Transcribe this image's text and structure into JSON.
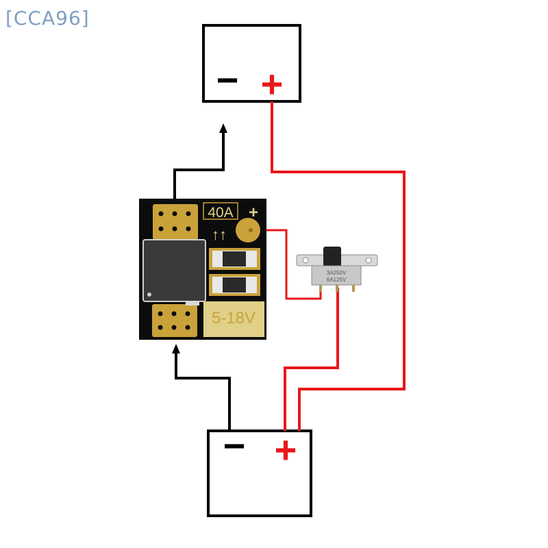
{
  "watermark": {
    "text": "[CCA96]",
    "color": "#7f9fc0"
  },
  "load": {
    "minus": "−",
    "plus": "+"
  },
  "battery": {
    "minus": "−",
    "plus": "+"
  },
  "module": {
    "current_label": "40A",
    "plus_label": "+",
    "arrows_label": "↑↑",
    "voltage_label": "5-18V"
  },
  "switch": {
    "rating_line1": "3A250V",
    "rating_line2": "6A125V"
  },
  "colors": {
    "positive_wire": "#e8171b",
    "negative_wire": "#000000",
    "pcb": "#0c0c0c",
    "pad_gold": "#c9a23a",
    "silkscreen": "#e0d088",
    "switch_body": "#c8c8c8"
  }
}
